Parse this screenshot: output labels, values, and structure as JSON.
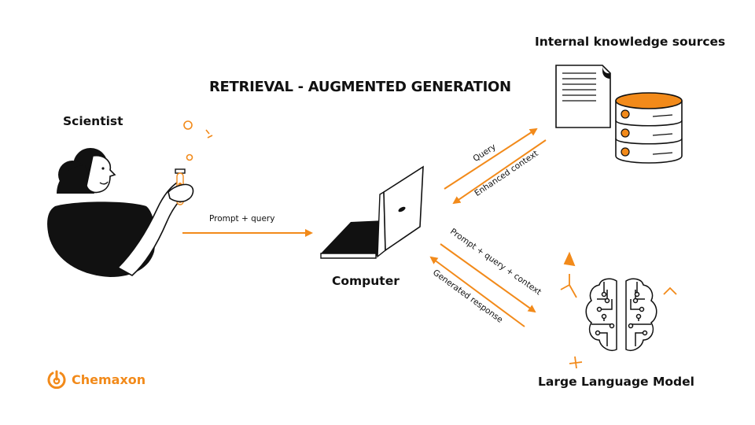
{
  "title": "RETRIEVAL - AUGMENTED GENERATION",
  "colors": {
    "accent": "#f28a1a",
    "ink": "#111111",
    "background": "#ffffff"
  },
  "nodes": {
    "scientist": {
      "label": "Scientist",
      "icon": "scientist-with-test-tube-icon"
    },
    "computer": {
      "label": "Computer",
      "icon": "laptop-icon"
    },
    "knowledge": {
      "label": "Internal knowledge sources",
      "icons": [
        "document-icon",
        "database-icon"
      ]
    },
    "llm": {
      "label": "Large Language Model",
      "icon": "brain-circuit-icon"
    }
  },
  "edges": [
    {
      "from": "scientist",
      "to": "computer",
      "label": "Prompt + query"
    },
    {
      "from": "computer",
      "to": "knowledge",
      "label": "Query"
    },
    {
      "from": "knowledge",
      "to": "computer",
      "label": "Enhanced context"
    },
    {
      "from": "computer",
      "to": "llm",
      "label": "Prompt + query + context"
    },
    {
      "from": "llm",
      "to": "computer",
      "label": "Generated response"
    }
  ],
  "brand": {
    "name": "Chemaxon",
    "icon": "chemaxon-logo-icon"
  }
}
